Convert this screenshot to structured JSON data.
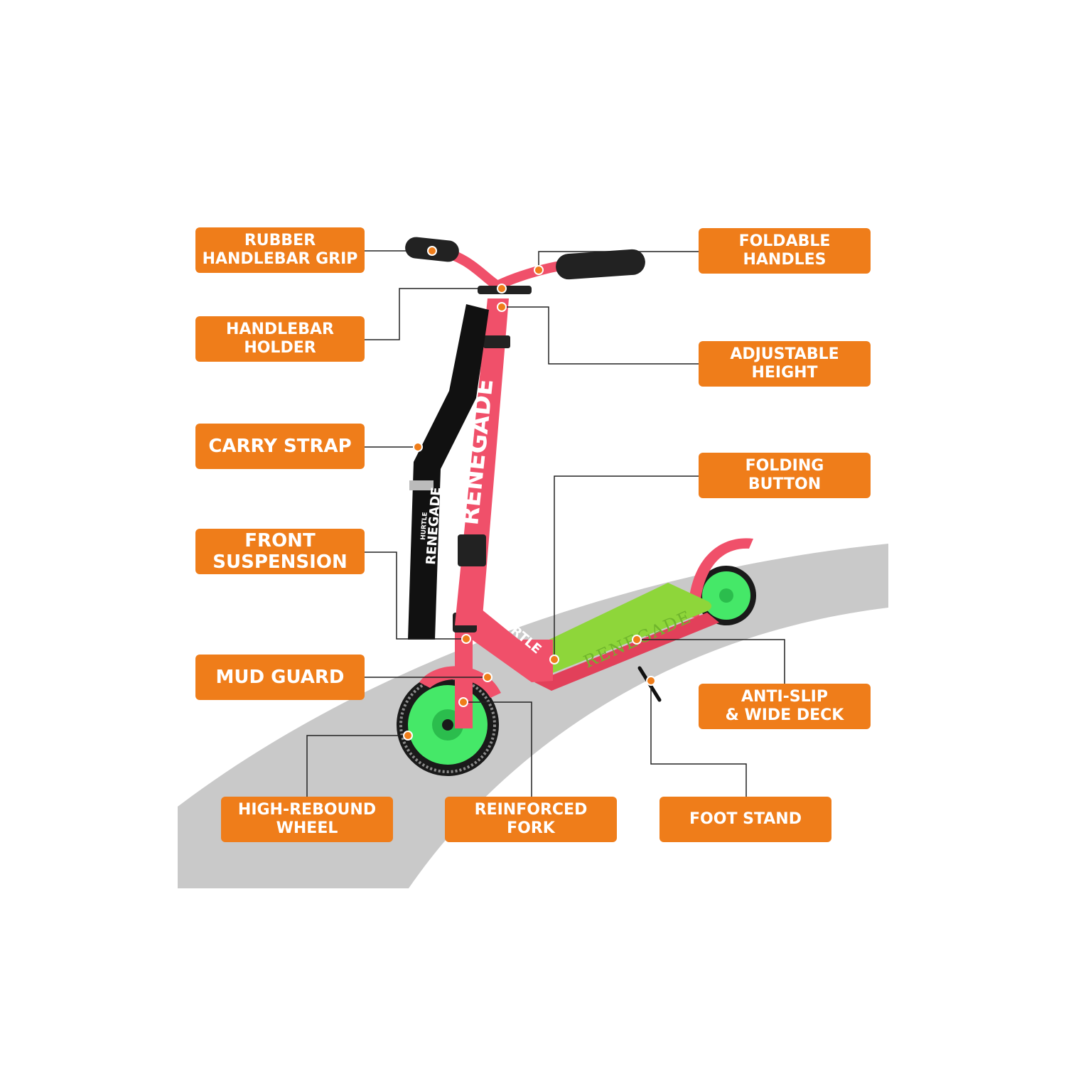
{
  "labels": {
    "rubber_handlebar_grip": "RUBBER\nHANDLEBAR GRIP",
    "handlebar_holder": "HANDLEBAR\nHOLDER",
    "carry_strap": "CARRY STRAP",
    "front_suspension": "FRONT\nSUSPENSION",
    "mud_guard": "MUD GUARD",
    "high_rebound_wheel": "HIGH-REBOUND\nWHEEL",
    "reinforced_fork": "REINFORCED\nFORK",
    "foot_stand": "FOOT STAND",
    "foldable_handles": "FOLDABLE\nHANDLES",
    "adjustable_height": "ADJUSTABLE\nHEIGHT",
    "folding_button": "FOLDING\nBUTTON",
    "anti_slip_wide_deck": "ANTI-SLIP\n& WIDE DECK"
  },
  "product_markings": {
    "stem_brand": "RENEGADE",
    "frame_brand": "HURTLE",
    "deck_brand": "RENEGADE",
    "strap_brand": "RENEGADE",
    "strap_maker": "HURTLE"
  },
  "colors": {
    "label_bg": "#ef7d1a",
    "label_text": "#ffffff",
    "frame": "#f0506a",
    "wheel": "#3ee860",
    "deck": "#8ed63a",
    "strap": "#111111",
    "road": "#c9c9c9"
  }
}
